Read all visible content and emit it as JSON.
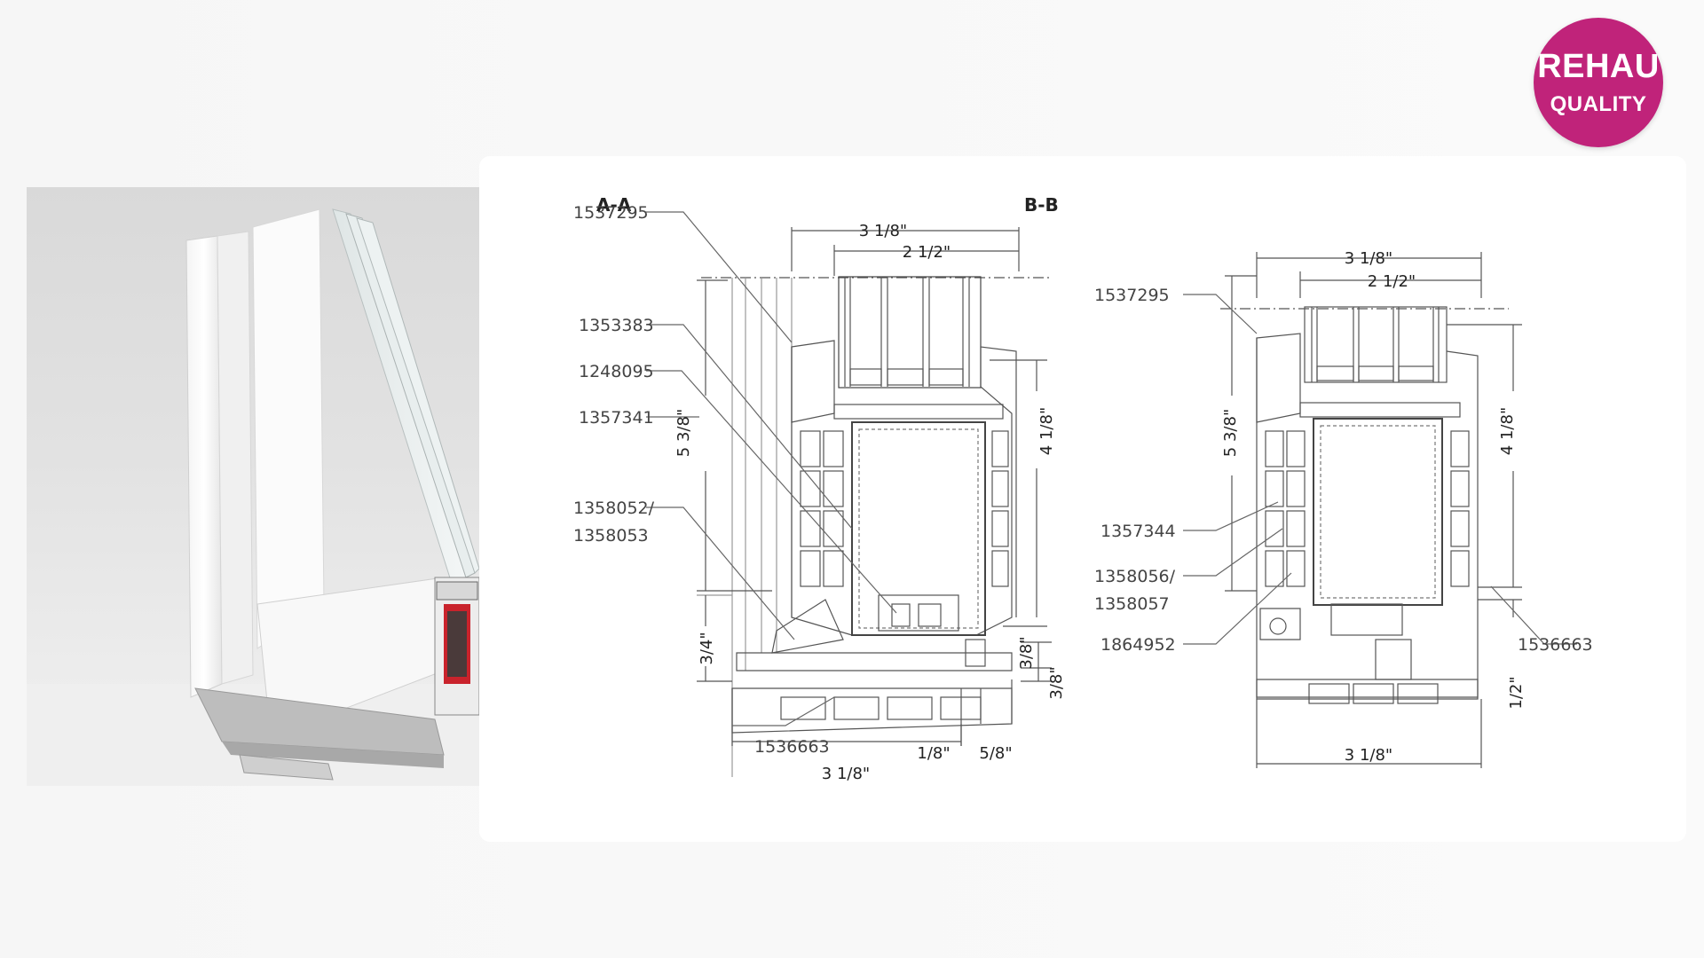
{
  "badge": {
    "line1": "REHAU",
    "line2": "QUALITY",
    "color": "#c0237a"
  },
  "photo": {
    "description_icon": "door-sill-cutaway-image"
  },
  "drawing": {
    "section_aa": {
      "title": "A-A",
      "part_numbers": [
        "1537295",
        "1353383",
        "1248095",
        "1357341",
        "1358052/",
        "1358053",
        "1536663"
      ],
      "dimensions": [
        "3 1/8\"",
        "2 1/2\"",
        "5 3/8\"",
        "4 1/8\"",
        "3/4\"",
        "3/8\"",
        "3/8\"",
        "1/8\"",
        "5/8\"",
        "3 1/8\""
      ]
    },
    "section_bb": {
      "title": "B-B",
      "part_numbers": [
        "1537295",
        "1357344",
        "1358056/",
        "1358057",
        "1864952",
        "1536663"
      ],
      "dimensions": [
        "3 1/8\"",
        "2 1/2\"",
        "5 3/8\"",
        "4 1/8\"",
        "1/2\"",
        "3 1/8\""
      ]
    }
  }
}
